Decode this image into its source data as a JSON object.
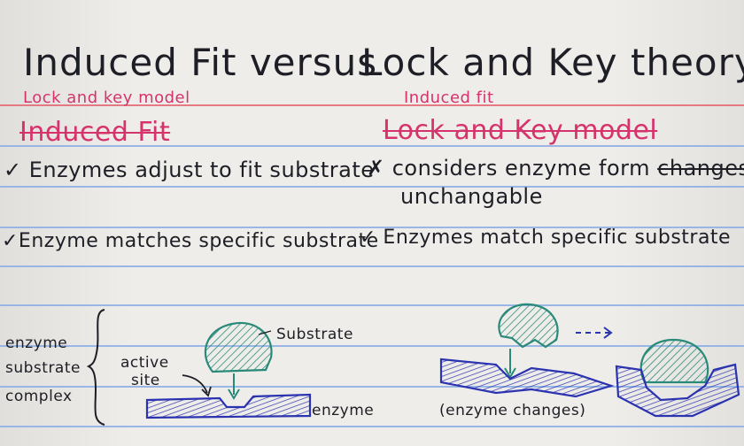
{
  "card": {
    "title_left": "Induced Fit versus",
    "title_right": "Lock and Key theory",
    "left_header_top": "Lock and key model",
    "left_header_main": "Induced Fit",
    "right_header_top": "Induced fit",
    "right_header_main": "Lock and Key model",
    "row1_left": "✓ Enzymes adjust to fit substrate",
    "row1_right": "✗ considers enzyme form",
    "row1_right_struck": "changes",
    "row1_right_cont": "unchangable",
    "row2_left": "✓Enzyme matches specific substrate",
    "row2_right": "✓ Enzymes match specific substrate"
  },
  "diagram": {
    "label_enzyme_substrate_complex": [
      "enzyme",
      "substrate",
      "complex"
    ],
    "label_substrate": "Substrate",
    "label_active_site": [
      "active",
      "site"
    ],
    "label_enzyme": "enzyme",
    "label_enzyme_changes": "(enzyme changes)",
    "arrow_dashes": "--->"
  },
  "colors": {
    "ink": "#1e1e26",
    "pink": "#d6336c",
    "blue_lines": "#8fb0e6",
    "red_line": "#e5737d",
    "substrate_green": "#2a8a7a",
    "enzyme_blue": "#2b33b0"
  }
}
